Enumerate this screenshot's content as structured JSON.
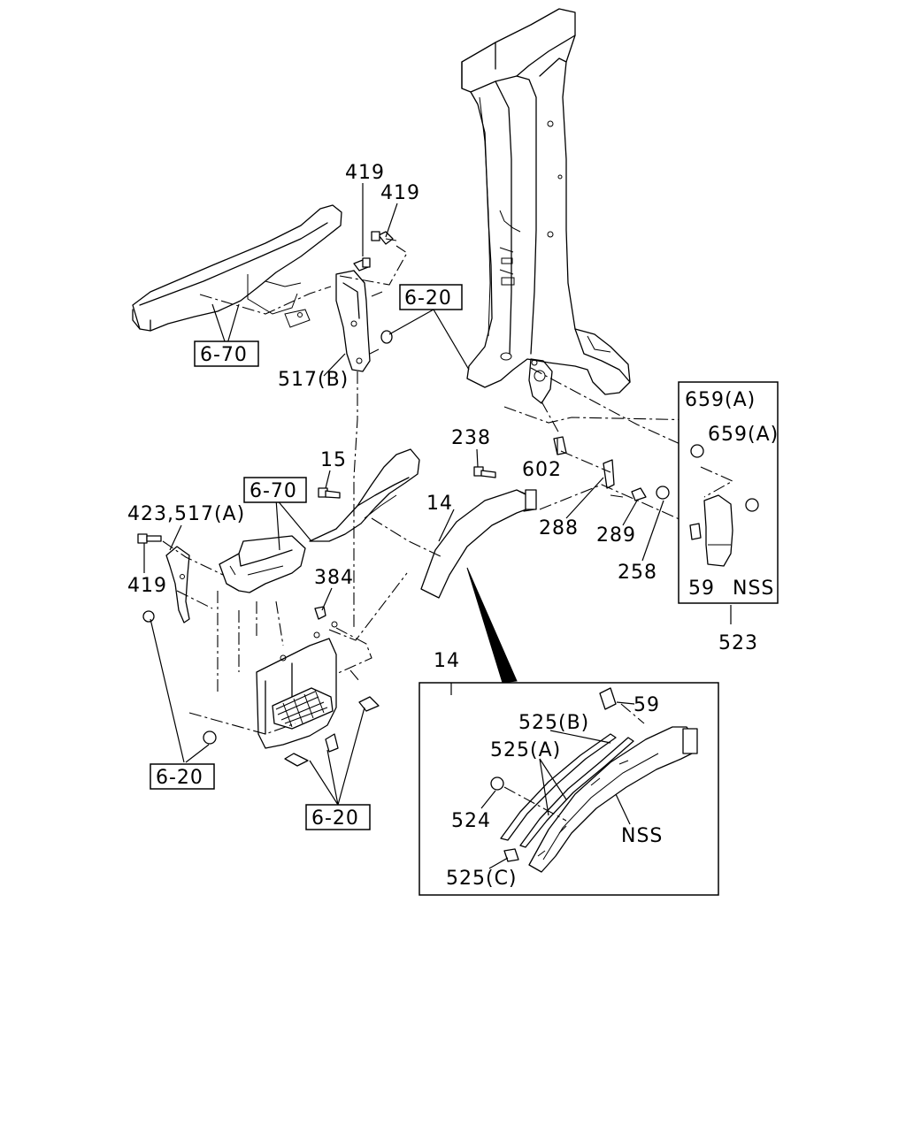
{
  "labels": {
    "p419_top": "419",
    "p419_right": "419",
    "ref_6_20_a": "6-20",
    "ref_6_70_a": "6-70",
    "p517b": "517(B)",
    "p15": "15",
    "ref_6_70_b": "6-70",
    "p423_517a": "423,517(A)",
    "p419_left": "419",
    "p384": "384",
    "ref_6_20_b": "6-20",
    "ref_6_20_c": "6-20",
    "p14_main": "14",
    "p238": "238",
    "p602": "602",
    "p288": "288",
    "p289": "289",
    "p258": "258",
    "p659a_1": "659(A)",
    "p659a_2": "659(A)",
    "p59_right": "59",
    "nss_right": "NSS",
    "p523": "523",
    "p14_detail": "14",
    "p59_detail": "59",
    "p525b": "525(B)",
    "p525a": "525(A)",
    "p524": "524",
    "nss_detail": "NSS",
    "p525c": "525(C)"
  }
}
